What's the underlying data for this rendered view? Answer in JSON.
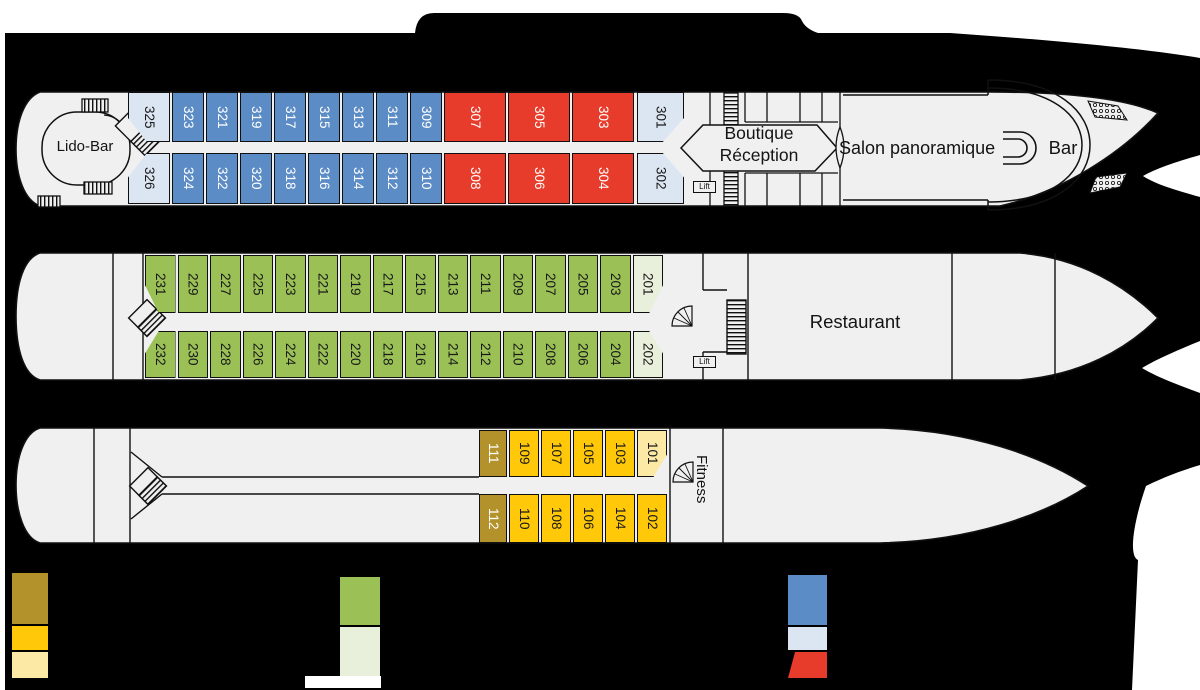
{
  "palette": {
    "hull": "#000000",
    "deck": "#f0f0f1",
    "outline": "#111111",
    "blue": {
      "bg": "#5c8cc5",
      "fg": "#ffffff"
    },
    "light_blue": {
      "bg": "#dce6f3",
      "fg": "#1a1a1a"
    },
    "red": {
      "bg": "#e73b2b",
      "fg": "#ffffff"
    },
    "green": {
      "bg": "#9ac056",
      "fg": "#1a1a1a"
    },
    "light_green": {
      "bg": "#e8efda",
      "fg": "#1a1a1a"
    },
    "yellow": {
      "bg": "#ffc90a",
      "fg": "#1a1a1a"
    },
    "dark_gold": {
      "bg": "#b3922c",
      "fg": "#ffffff"
    },
    "light_yellow": {
      "bg": "#fce9a6",
      "fg": "#1a1a1a"
    },
    "white": {
      "bg": "#ffffff",
      "fg": "#1a1a1a"
    }
  },
  "rooms": {
    "lido_bar": "Lido-Bar",
    "boutique": "Boutique",
    "reception": "Réception",
    "salon": "Salon panoramique",
    "bar": "Bar",
    "restaurant": "Restaurant",
    "fitness": "Fitness",
    "lift": "Lift"
  },
  "decks": [
    {
      "id": "d3",
      "rows": [
        {
          "cabins": [
            {
              "n": "325",
              "cat": "light_blue"
            },
            {
              "n": "323",
              "cat": "blue"
            },
            {
              "n": "321",
              "cat": "blue"
            },
            {
              "n": "319",
              "cat": "blue"
            },
            {
              "n": "317",
              "cat": "blue"
            },
            {
              "n": "315",
              "cat": "blue"
            },
            {
              "n": "313",
              "cat": "blue"
            },
            {
              "n": "311",
              "cat": "blue"
            },
            {
              "n": "309",
              "cat": "blue"
            },
            {
              "n": "307",
              "cat": "red"
            },
            {
              "n": "305",
              "cat": "red"
            },
            {
              "n": "303",
              "cat": "red"
            },
            {
              "n": "301",
              "cat": "light_blue"
            }
          ]
        },
        {
          "cabins": [
            {
              "n": "326",
              "cat": "light_blue"
            },
            {
              "n": "324",
              "cat": "blue"
            },
            {
              "n": "322",
              "cat": "blue"
            },
            {
              "n": "320",
              "cat": "blue"
            },
            {
              "n": "318",
              "cat": "blue"
            },
            {
              "n": "316",
              "cat": "blue"
            },
            {
              "n": "314",
              "cat": "blue"
            },
            {
              "n": "312",
              "cat": "blue"
            },
            {
              "n": "310",
              "cat": "blue"
            },
            {
              "n": "308",
              "cat": "red"
            },
            {
              "n": "306",
              "cat": "red"
            },
            {
              "n": "304",
              "cat": "red"
            },
            {
              "n": "302",
              "cat": "light_blue"
            }
          ]
        }
      ]
    },
    {
      "id": "d2",
      "rows": [
        {
          "cabins": [
            {
              "n": "231",
              "cat": "green"
            },
            {
              "n": "229",
              "cat": "green"
            },
            {
              "n": "227",
              "cat": "green"
            },
            {
              "n": "225",
              "cat": "green"
            },
            {
              "n": "223",
              "cat": "green"
            },
            {
              "n": "221",
              "cat": "green"
            },
            {
              "n": "219",
              "cat": "green"
            },
            {
              "n": "217",
              "cat": "green"
            },
            {
              "n": "215",
              "cat": "green"
            },
            {
              "n": "213",
              "cat": "green"
            },
            {
              "n": "211",
              "cat": "green"
            },
            {
              "n": "209",
              "cat": "green"
            },
            {
              "n": "207",
              "cat": "green"
            },
            {
              "n": "205",
              "cat": "green"
            },
            {
              "n": "203",
              "cat": "green"
            },
            {
              "n": "201",
              "cat": "light_green"
            }
          ]
        },
        {
          "cabins": [
            {
              "n": "232",
              "cat": "green"
            },
            {
              "n": "230",
              "cat": "green"
            },
            {
              "n": "228",
              "cat": "green"
            },
            {
              "n": "226",
              "cat": "green"
            },
            {
              "n": "224",
              "cat": "green"
            },
            {
              "n": "222",
              "cat": "green"
            },
            {
              "n": "220",
              "cat": "green"
            },
            {
              "n": "218",
              "cat": "green"
            },
            {
              "n": "216",
              "cat": "green"
            },
            {
              "n": "214",
              "cat": "green"
            },
            {
              "n": "212",
              "cat": "green"
            },
            {
              "n": "210",
              "cat": "green"
            },
            {
              "n": "208",
              "cat": "green"
            },
            {
              "n": "206",
              "cat": "green"
            },
            {
              "n": "204",
              "cat": "green"
            },
            {
              "n": "202",
              "cat": "light_green"
            }
          ]
        }
      ]
    },
    {
      "id": "d1",
      "rows": [
        {
          "cabins": [
            {
              "n": "111",
              "cat": "dark_gold"
            },
            {
              "n": "109",
              "cat": "yellow"
            },
            {
              "n": "107",
              "cat": "yellow"
            },
            {
              "n": "105",
              "cat": "yellow"
            },
            {
              "n": "103",
              "cat": "yellow"
            },
            {
              "n": "101",
              "cat": "light_yellow"
            }
          ]
        },
        {
          "cabins": [
            {
              "n": "112",
              "cat": "dark_gold"
            },
            {
              "n": "110",
              "cat": "yellow"
            },
            {
              "n": "108",
              "cat": "yellow"
            },
            {
              "n": "106",
              "cat": "yellow"
            },
            {
              "n": "104",
              "cat": "yellow"
            },
            {
              "n": "102",
              "cat": "yellow"
            }
          ]
        }
      ]
    }
  ],
  "legend": {
    "swatch_colors": [
      "dark_gold",
      "yellow",
      "light_yellow",
      "green",
      "light_green",
      "white",
      "blue",
      "light_blue",
      "red"
    ]
  }
}
